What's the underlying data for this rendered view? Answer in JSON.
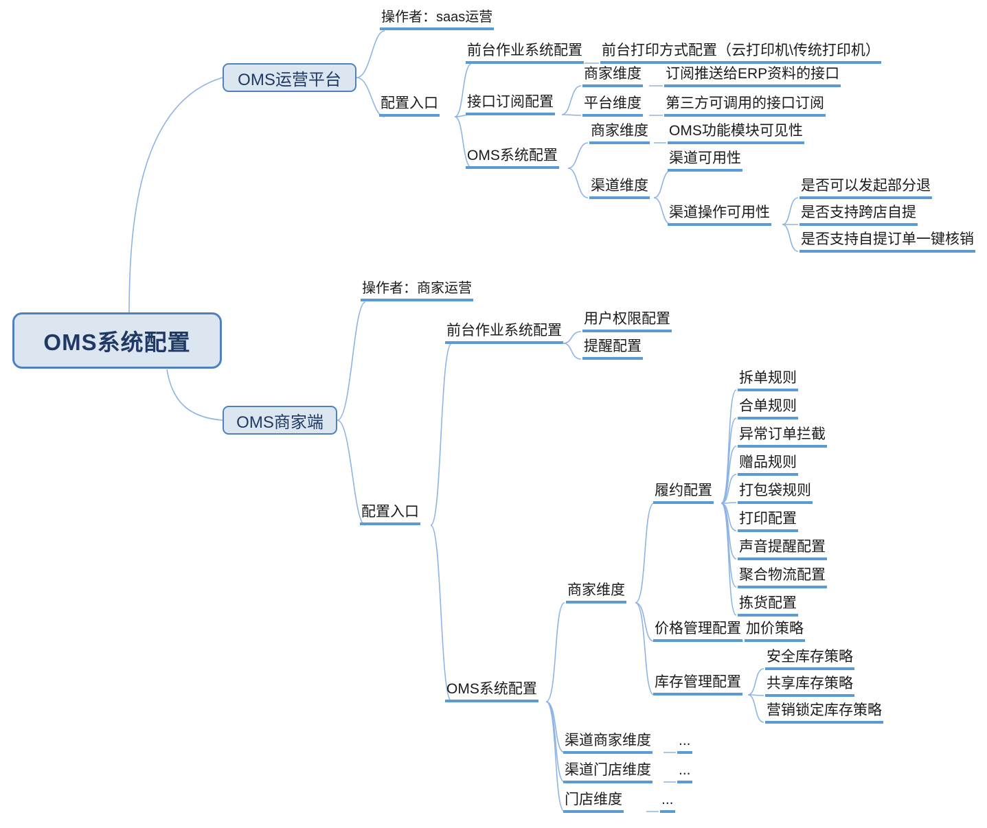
{
  "diagram": {
    "title": "OMS系统配置",
    "type": "mindmap",
    "colors": {
      "node_fill": "#dce6f1",
      "node_border": "#4f81bd",
      "node_text": "#1f3864",
      "branch_bar": "#5b9bd5",
      "connector": "#8eb4e3",
      "label_text": "#1a1a1a",
      "background": "#ffffff"
    }
  },
  "root": {
    "label": "OMS系统配置"
  },
  "branch_saas": {
    "label": "OMS运营平台",
    "operator": "操作者：saas运营",
    "entry": "配置入口",
    "front_desk": {
      "label": "前台作业系统配置",
      "child": "前台打印方式配置（云打印机\\传统打印机）"
    },
    "api_sub": {
      "label": "接口订阅配置",
      "merchant_dim": "商家维度",
      "merchant_dim_child": "订阅推送给ERP资料的接口",
      "platform_dim": "平台维度",
      "platform_dim_child": "第三方可调用的接口订阅"
    },
    "oms_sys": {
      "label": "OMS系统配置",
      "merchant_dim": "商家维度",
      "merchant_dim_child": "OMS功能模块可见性",
      "channel_dim": "渠道维度",
      "channel_availability": "渠道可用性",
      "channel_ops": "渠道操作可用性",
      "channel_ops_children": [
        "是否可以发起部分退",
        "是否支持跨店自提",
        "是否支持自提订单一键核销"
      ]
    }
  },
  "branch_merchant": {
    "label": "OMS商家端",
    "operator": "操作者：商家运营",
    "entry": "配置入口",
    "front_desk": {
      "label": "前台作业系统配置",
      "children": [
        "用户权限配置",
        "提醒配置"
      ]
    },
    "oms_sys": {
      "label": "OMS系统配置",
      "merchant_dim": "商家维度",
      "fulfillment": {
        "label": "履约配置",
        "children": [
          "拆单规则",
          "合单规则",
          "异常订单拦截",
          "赠品规则",
          "打包袋规则",
          "打印配置",
          "声音提醒配置",
          "聚合物流配置",
          "拣货配置"
        ]
      },
      "price_mgmt": {
        "label": "价格管理配置",
        "children": [
          "加价策略"
        ]
      },
      "inventory_mgmt": {
        "label": "库存管理配置",
        "children": [
          "安全库存策略",
          "共享库存策略",
          "营销锁定库存策略"
        ]
      },
      "other_dims": [
        {
          "label": "渠道商家维度",
          "child": "..."
        },
        {
          "label": "渠道门店维度",
          "child": "..."
        },
        {
          "label": "门店维度",
          "child": "..."
        }
      ]
    }
  }
}
